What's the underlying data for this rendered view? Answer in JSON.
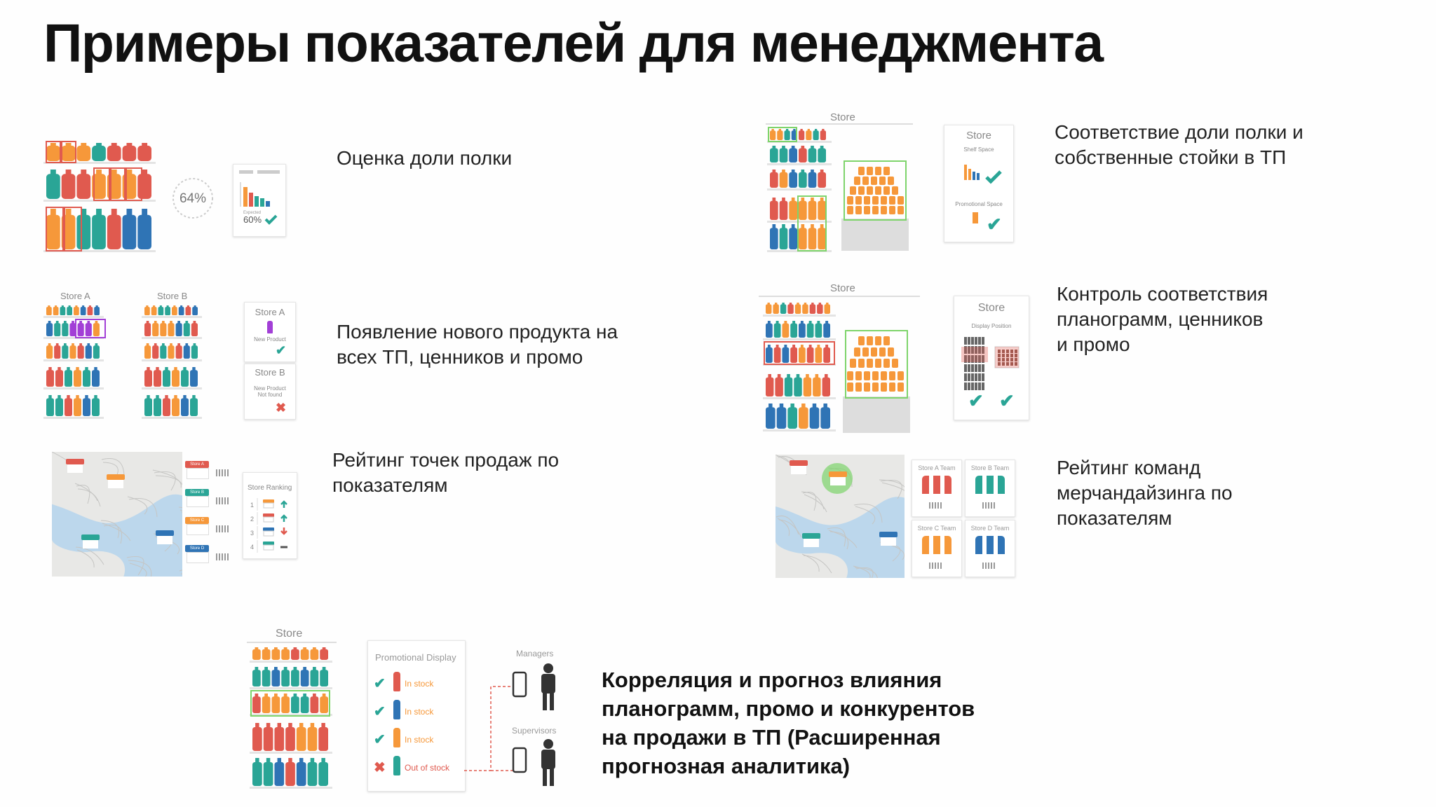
{
  "title": "Примеры показателей для менеджмента",
  "items": [
    {
      "id": "shelf-share",
      "caption": [
        "Оценка доли полки"
      ],
      "percent": "64%",
      "expected": "Expected",
      "expected_value": "60%"
    },
    {
      "id": "new-product",
      "caption": [
        "Появление нового продукта на",
        "всех ТП, ценников и промо"
      ],
      "store_a": "Store A",
      "store_b": "Store B",
      "card_a_title": "Store A",
      "card_a_text": "New Product",
      "card_b_title": "Store B",
      "card_b_text": "New Product Not found"
    },
    {
      "id": "store-rating",
      "caption": [
        "Рейтинг точек продаж по",
        "показателям"
      ],
      "ranking_title": "Store Ranking",
      "store_tags": [
        "Store A",
        "Store B",
        "Store C",
        "Store D"
      ],
      "ranks": [
        "1",
        "2",
        "3",
        "4"
      ]
    },
    {
      "id": "shelf-compliance",
      "caption": [
        "Соответствие доли полки и",
        "собственные стойки в ТП"
      ],
      "store": "Store",
      "card_title": "Store",
      "shelf_space": "Shelf Space",
      "promo_space": "Promotional Space"
    },
    {
      "id": "planogram-control",
      "caption": [
        "Контроль соответствия",
        "планограмм, ценников",
        "и промо"
      ],
      "store": "Store",
      "card_title": "Store",
      "display_position": "Display Position"
    },
    {
      "id": "team-rating",
      "caption": [
        "Рейтинг команд",
        "мерчандайзинга по",
        "показателям"
      ],
      "teams": [
        "Store A Team",
        "Store B Team",
        "Store C Team",
        "Store D Team"
      ]
    },
    {
      "id": "forecast",
      "caption": [
        "Корреляция и прогноз влияния",
        "планограмм, промо и конкурентов",
        "на продажи в ТП (Расширенная",
        "прогнозная аналитика)"
      ],
      "store": "Store",
      "promo_title": "Promotional Display",
      "rows": [
        "In stock",
        "In stock",
        "In stock",
        "Out of stock"
      ],
      "managers": "Managers",
      "supervisors": "Supervisors"
    }
  ],
  "colors": {
    "orange": "#f6983a",
    "teal": "#2aa596",
    "red": "#e05a4f",
    "blue": "#2f74b5",
    "purple": "#a23fd6",
    "green": "#7ed46b",
    "map_water": "#bcd7ec",
    "map_land": "#e8e8e6"
  }
}
